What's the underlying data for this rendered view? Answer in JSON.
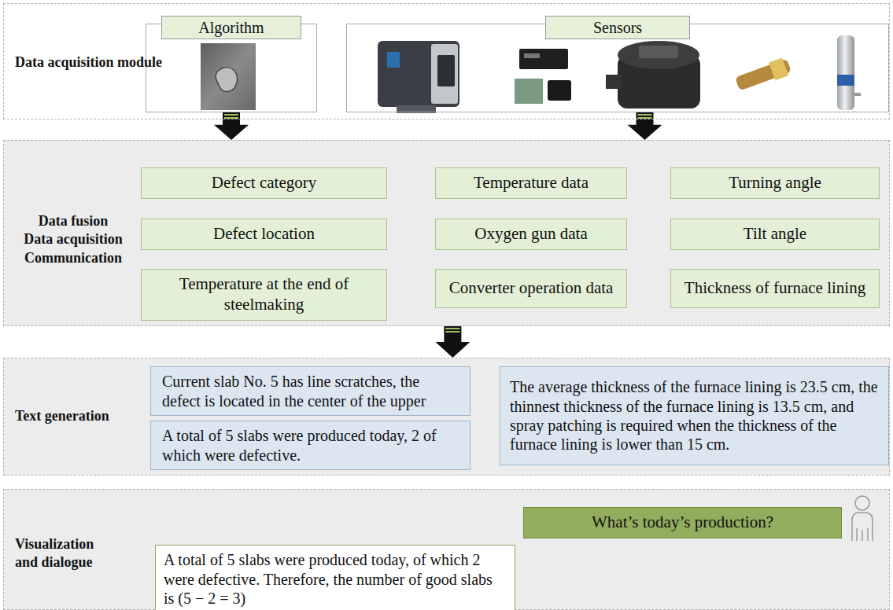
{
  "diagram": {
    "nodes": [
      {
        "text": [
          "Data acquisition module"
        ]
      },
      {
        "text": [
          "Algorithm"
        ],
        "in": 0
      },
      {
        "text": [
          "Sensors"
        ],
        "in": 0
      },
      {
        "text": [
          "Data fusion",
          "Data acquisition",
          "Communication"
        ]
      },
      {
        "text": [
          "Defect category"
        ],
        "in": 3
      },
      {
        "text": [
          "Temperature data"
        ],
        "in": 3
      },
      {
        "text": [
          "Turning angle"
        ],
        "in": 3
      },
      {
        "text": [
          "Defect location"
        ],
        "in": 3
      },
      {
        "text": [
          "Oxygen gun data"
        ],
        "in": 3
      },
      {
        "text": [
          "Tilt angle"
        ],
        "in": 3
      },
      {
        "text": [
          "Temperature at the end of steelmaking"
        ],
        "in": 3
      },
      {
        "text": [
          "Converter operation data"
        ],
        "in": 3
      },
      {
        "text": [
          "Thickness of furnace lining"
        ],
        "in": 3
      },
      {
        "text": [
          "Text generation"
        ]
      },
      {
        "text": [
          "Current slab No. 5 has line scratches, the defect is located in the center of the upper"
        ],
        "in": 13
      },
      {
        "text": [
          "The average thickness of the furnace lining is 23.5 cm, the thinnest thickness of the furnace lining is 13.5 cm, and spray patching is required when the thickness of the furnace lining is lower than 15 cm."
        ],
        "in": 13
      },
      {
        "text": [
          "A total of 5 slabs were produced today, 2 of which were defective."
        ],
        "in": 13
      },
      {
        "text": [
          "Visualization and dialogue"
        ]
      },
      {
        "text": [
          "What’s today’s production?"
        ],
        "in": 17
      },
      {
        "text": [
          "A total of 5 slabs were produced today, of which 2 were defective. Therefore, the number of good slabs is (5 − 2 = 3)"
        ],
        "in": 17
      }
    ],
    "edges": [
      {
        "from": 1,
        "to": 3,
        "arrow": "to"
      },
      {
        "from": 2,
        "to": 3,
        "arrow": "to"
      },
      {
        "from": 3,
        "to": 13,
        "arrow": "to"
      }
    ]
  }
}
